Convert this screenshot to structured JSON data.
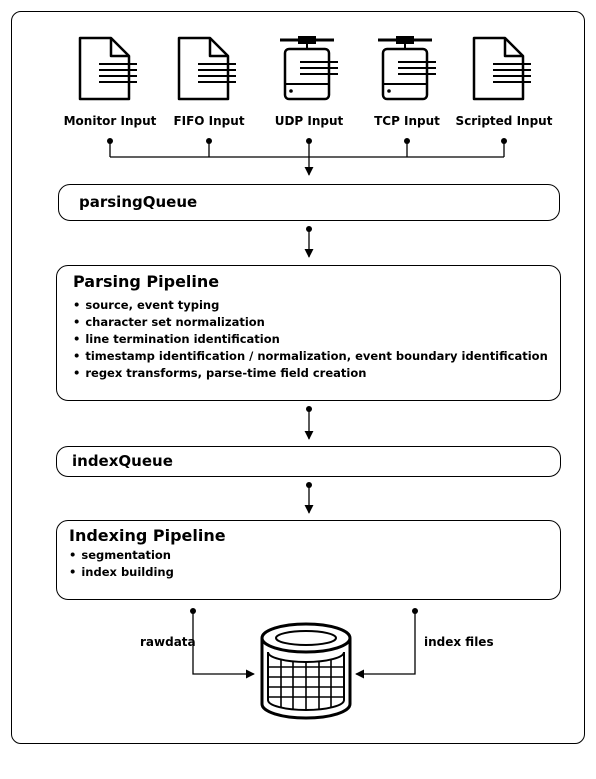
{
  "inputs": [
    {
      "label": "Monitor Input",
      "icon": "document-icon"
    },
    {
      "label": "FIFO Input",
      "icon": "document-icon"
    },
    {
      "label": "UDP Input",
      "icon": "network-device-icon"
    },
    {
      "label": "TCP Input",
      "icon": "network-device-icon"
    },
    {
      "label": "Scripted Input",
      "icon": "document-icon"
    }
  ],
  "parsing_queue": {
    "label": "parsingQueue"
  },
  "parsing_pipeline": {
    "title": "Parsing Pipeline",
    "items": [
      "source, event typing",
      "character set normalization",
      "line termination identification",
      "timestamp identification / normalization, event boundary identification",
      "regex transforms, parse-time field creation"
    ]
  },
  "index_queue": {
    "label": "indexQueue"
  },
  "indexing_pipeline": {
    "title": "Indexing Pipeline",
    "items": [
      "segmentation",
      "index building"
    ]
  },
  "storage": {
    "left_label": "rawdata",
    "right_label": "index files",
    "icon": "database-icon"
  }
}
